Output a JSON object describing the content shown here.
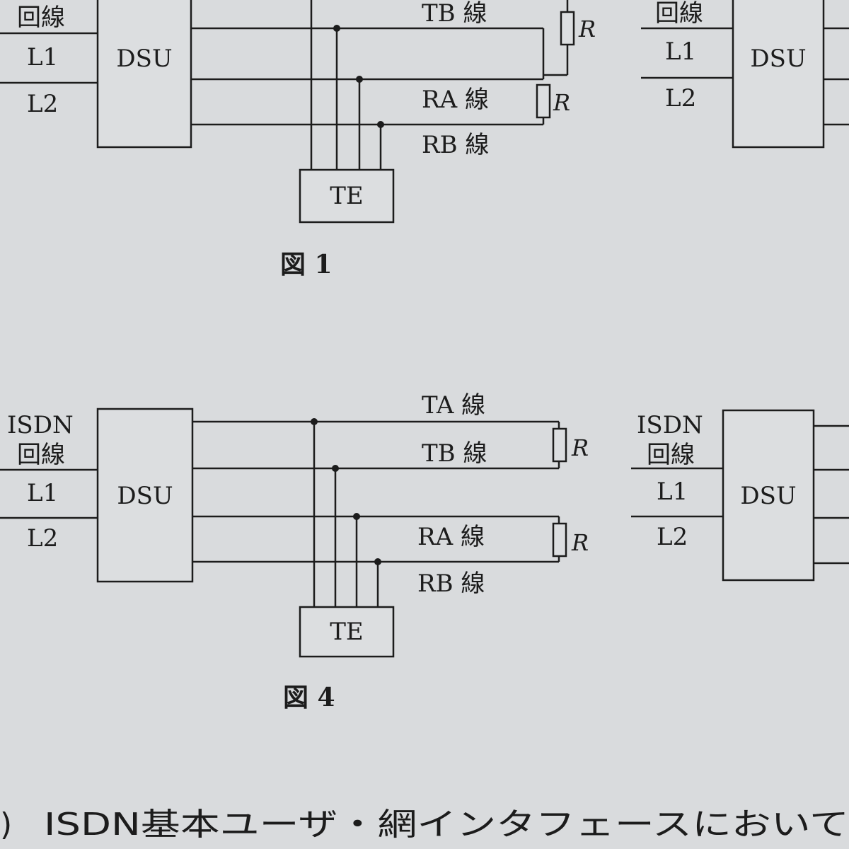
{
  "figure1": {
    "caption": "図 1",
    "left_labels": [
      "回線",
      "L1",
      "L2"
    ],
    "dsu_label": "DSU",
    "te_label": "TE",
    "lines": [
      "TB 線",
      "RA 線",
      "RB 線"
    ],
    "resistor": "R",
    "right_labels": [
      "回線",
      "L1",
      "L2"
    ],
    "right_dsu_label": "DSU"
  },
  "figure4": {
    "caption": "図 4",
    "left_labels": [
      "ISDN",
      "回線",
      "L1",
      "L2"
    ],
    "dsu_label": "DSU",
    "te_label": "TE",
    "lines": [
      "TA 線",
      "TB 線",
      "RA 線",
      "RB 線"
    ],
    "resistor": "R",
    "right_labels": [
      "ISDN",
      "回線",
      "L1",
      "L2"
    ],
    "right_dsu_label": "DSU"
  },
  "footer": {
    "number_mark": ")",
    "text": "ISDN基本ユーザ・網インタフェースにおいて"
  }
}
